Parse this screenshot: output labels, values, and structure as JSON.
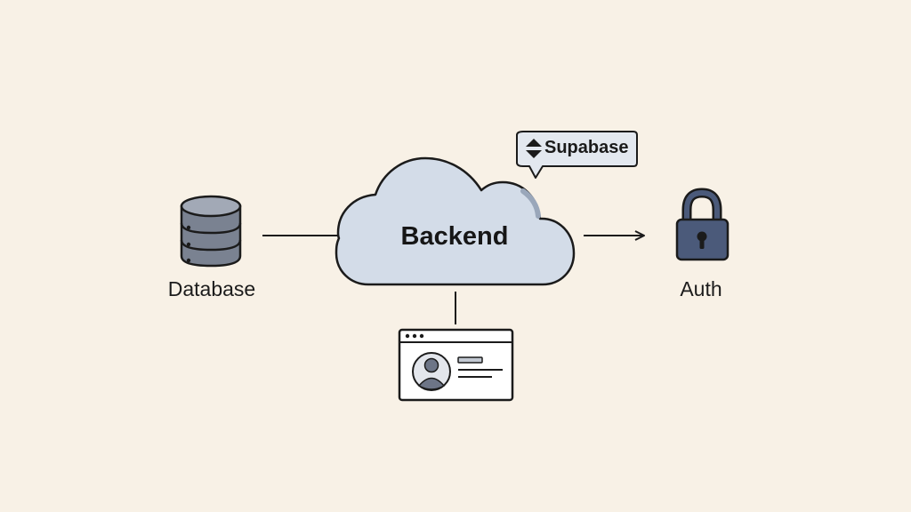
{
  "nodes": {
    "backend": {
      "label": "Backend"
    },
    "database": {
      "label": "Database"
    },
    "auth": {
      "label": "Auth"
    },
    "tag": {
      "label": "Supabase"
    }
  },
  "colors": {
    "background": "#f8f1e6",
    "cloud_fill": "#d3dce8",
    "cloud_stroke": "#1b1b1b",
    "db_fill": "#7a8291",
    "lock_fill": "#4b5a7a",
    "avatar_fill": "#6d7587",
    "line": "#1b1b1b"
  },
  "icons": [
    "database-icon",
    "cloud-icon",
    "lock-icon",
    "supabase-logo-icon",
    "browser-window-icon",
    "user-avatar-icon"
  ]
}
